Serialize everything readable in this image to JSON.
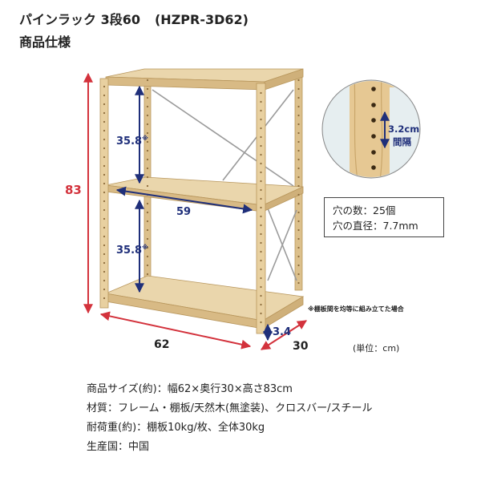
{
  "header": {
    "title": "パインラック 3段60",
    "model": "(HZPR-3D62)",
    "subtitle": "商品仕様"
  },
  "dimensions": {
    "height": "83",
    "gap_top": "35.8",
    "gap_bottom": "35.8",
    "asterisk": "※",
    "inner_width": "59",
    "width": "62",
    "depth": "30",
    "base_height": "3.4"
  },
  "detail": {
    "pitch": "3.2cm",
    "pitch_label": "間隔",
    "hole_count": "穴の数：25個",
    "hole_diameter": "穴の直径：7.7mm"
  },
  "note": "※棚板間を均等に組み立てた場合",
  "unit": "(単位：cm)",
  "specs": [
    "商品サイズ(約)：幅62×奥行30×高さ83cm",
    "材質：フレーム・棚板/天然木(無塗装)、クロスバー/スチール",
    "耐荷重(約)：棚板10kg/枚、全体30kg",
    "生産国：中国"
  ],
  "colors": {
    "wood": "#e8d2a4",
    "wood_dark": "#c9ab74",
    "red_dim": "#d3323c",
    "navy_dim": "#1f2f7a"
  }
}
